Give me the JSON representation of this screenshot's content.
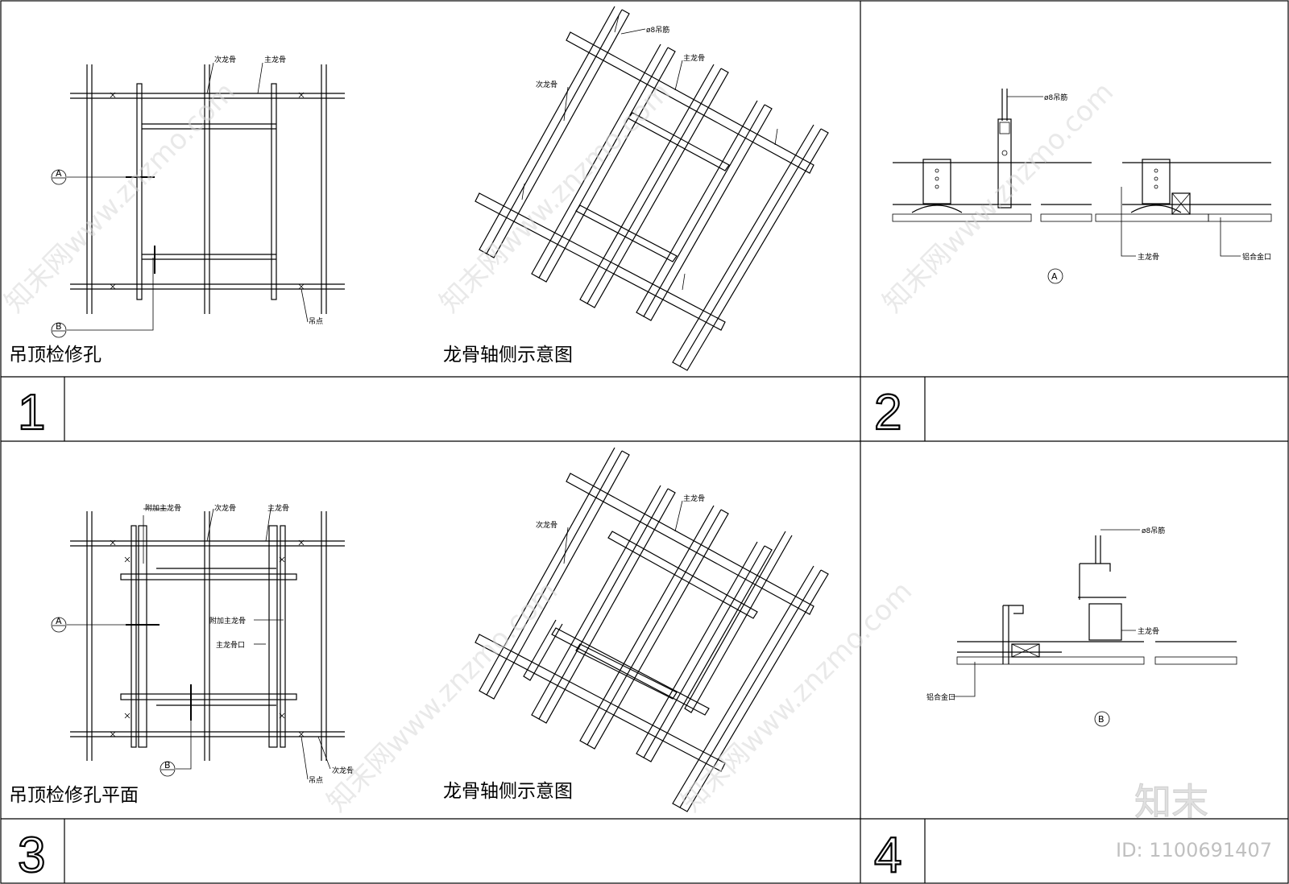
{
  "panels": [
    {
      "number": "1"
    },
    {
      "number": "2"
    },
    {
      "number": "3"
    },
    {
      "number": "4"
    }
  ],
  "panel1": {
    "plan_title": "吊顶检修孔",
    "iso_title": "龙骨轴侧示意图",
    "labels": {
      "secondary_keel": "次龙骨",
      "main_keel": "主龙骨",
      "hang_point": "吊点",
      "rod": "ø8吊筋"
    },
    "markers": [
      "A",
      "B"
    ]
  },
  "panel2": {
    "labels": {
      "rod": "ø8吊筋",
      "main_keel": "主龙骨",
      "trim": "铝合金口"
    },
    "section_mark": "A"
  },
  "panel3": {
    "plan_title": "吊顶检修孔平面",
    "iso_title": "龙骨轴侧示意图",
    "labels": {
      "extra_main_keel": "附加主龙骨",
      "secondary_keel": "次龙骨",
      "main_keel": "主龙骨",
      "extra_main_keel_2": "附加主龙骨",
      "main_keel_opening": "主龙骨口",
      "hang_point": "吊点",
      "secondary_keel_2": "次龙骨",
      "main_keel_iso": "主龙骨",
      "secondary_keel_iso": "次龙骨"
    },
    "markers": [
      "A",
      "B"
    ]
  },
  "panel4": {
    "labels": {
      "rod": "ø8吊筋",
      "main_keel": "主龙骨",
      "trim": "铝合金口"
    },
    "section_mark": "B"
  },
  "watermark": {
    "text": "知末网www.znzmo.com",
    "logo": "知末",
    "id": "ID: 1100691407"
  }
}
